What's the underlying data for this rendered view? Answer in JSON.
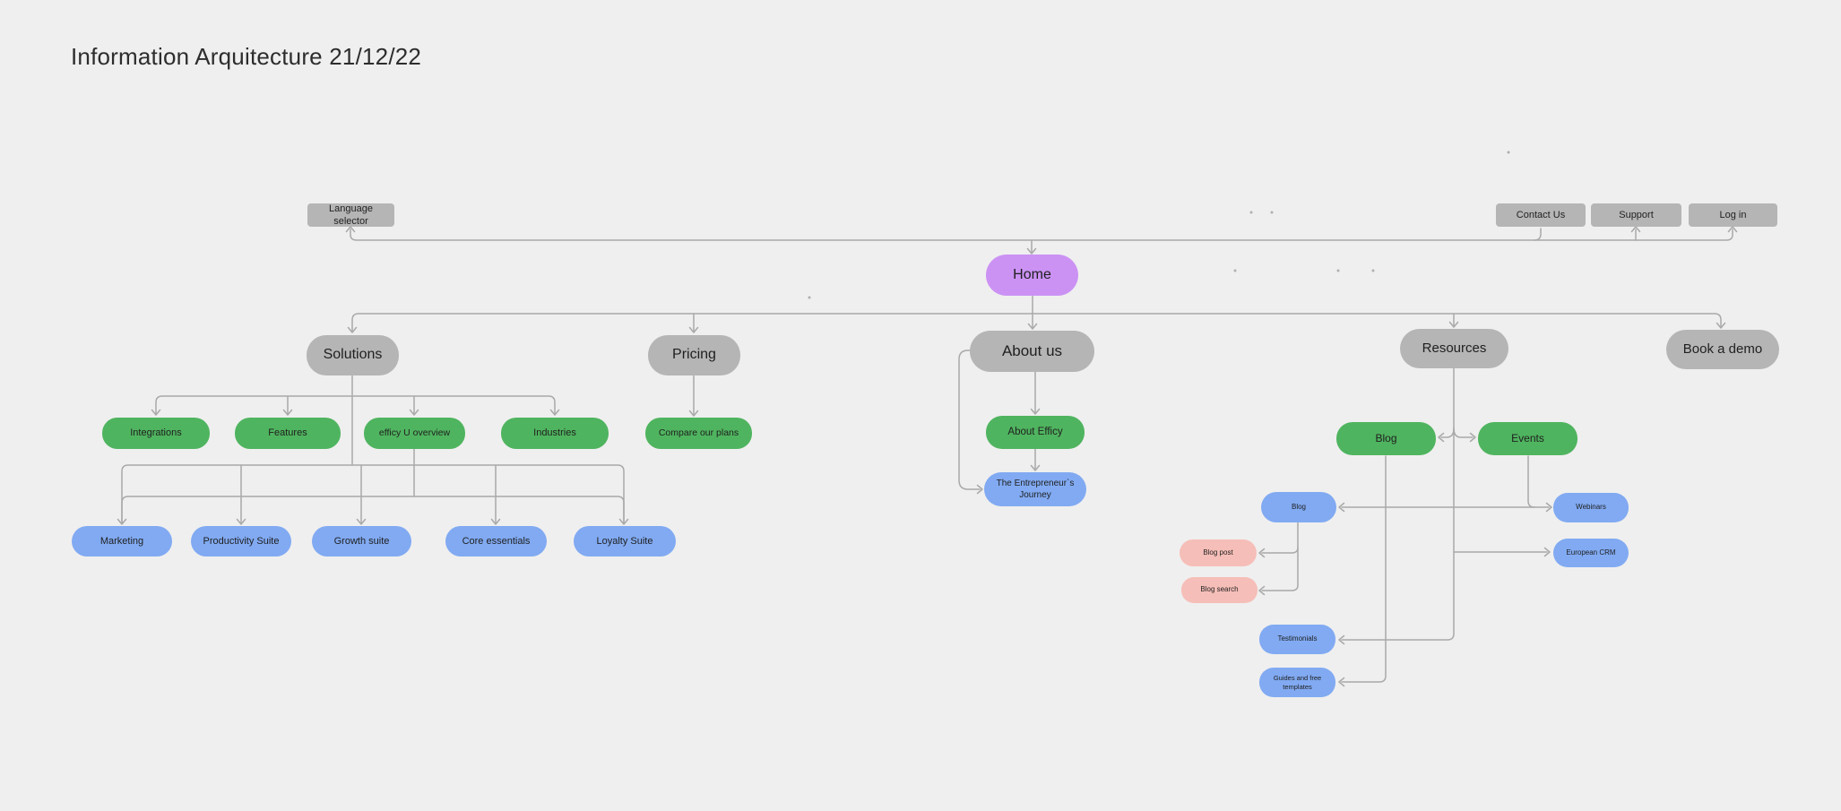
{
  "title": "Information Arquitecture 21/12/22",
  "colors": {
    "canvas": "#efefef",
    "node_gray": "#b5b5b5",
    "node_purple": "#cb92f4",
    "node_green": "#4fb45f",
    "node_blue": "#81aaf2",
    "node_pink": "#f6beb8",
    "line": "#a9a9a9",
    "text": "#1f1f1f"
  },
  "top_nav": {
    "language_selector": "Language selector",
    "contact_us": "Contact Us",
    "support": "Support",
    "log_in": "Log in"
  },
  "nodes": {
    "home": "Home",
    "solutions": "Solutions",
    "pricing": "Pricing",
    "about_us": "About us",
    "resources": "Resources",
    "book_a_demo": "Book a demo",
    "integrations": "Integrations",
    "features": "Features",
    "efficy_u_overview": "efficy U overview",
    "industries": "Industries",
    "compare_our_plans": "Compare our plans",
    "about_efficy": "About Efficy",
    "entrepreneurs_journey": "The Entrepreneur`s Journey",
    "marketing": "Marketing",
    "productivity_suite": "Productivity Suite",
    "growth_suite": "Growth suite",
    "core_essentials": "Core essentials",
    "loyalty_suite": "Loyalty Suite",
    "blog_section": "Blog",
    "events": "Events",
    "blog_page": "Blog",
    "webinars": "Webinars",
    "european_crm": "European CRM",
    "blog_post": "Blog post",
    "blog_search": "Blog search",
    "testimonials": "Testimonials",
    "guides_templates": "Guides and free templates"
  }
}
